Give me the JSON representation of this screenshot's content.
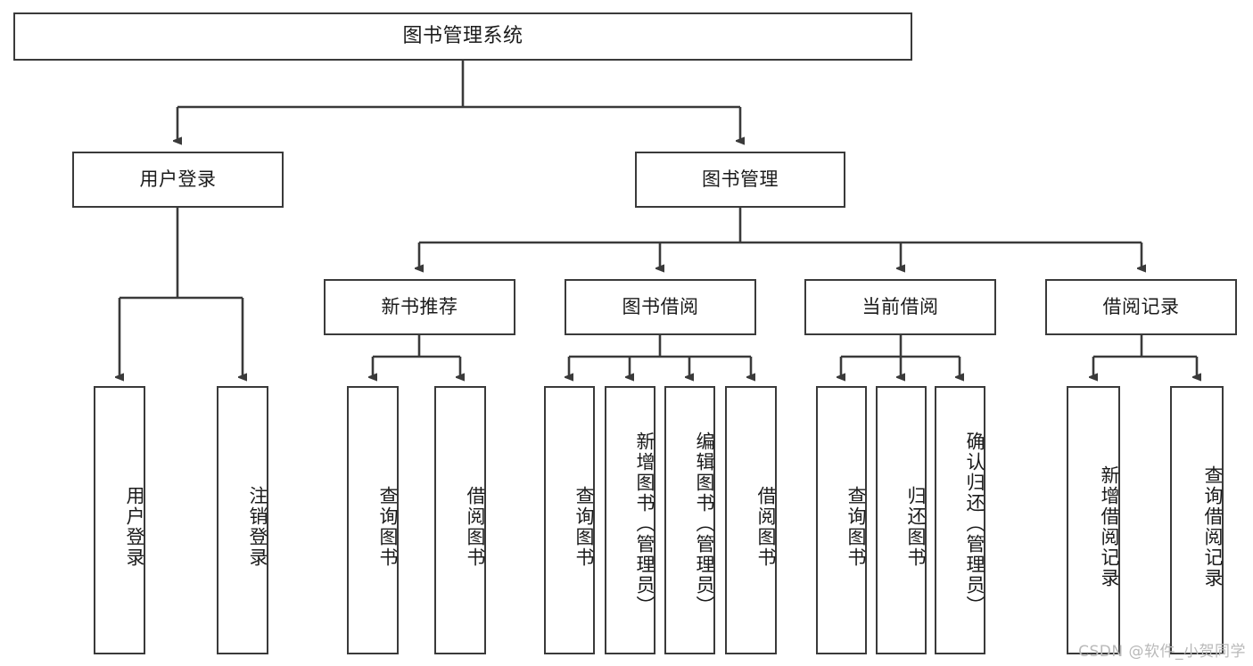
{
  "diagram": {
    "title": "图书管理系统",
    "watermark": "CSDN @软件_小贺同学",
    "colors": {
      "box_border": "#3a3a3a",
      "box_fill": "#ffffff",
      "line": "#3a3a3a",
      "text": "#1b1b1b",
      "watermark": "#b9b9b9",
      "background": "#ffffff"
    },
    "root": {
      "label": "图书管理系统"
    },
    "level2": [
      {
        "label": "用户登录"
      },
      {
        "label": "图书管理"
      }
    ],
    "level3": [
      {
        "label": "新书推荐"
      },
      {
        "label": "图书借阅"
      },
      {
        "label": "当前借阅"
      },
      {
        "label": "借阅记录"
      }
    ],
    "leaves": {
      "user_login": [
        {
          "label": "用户登录"
        },
        {
          "label": "注销登录"
        }
      ],
      "new_book_recommend": [
        {
          "label": "查询图书"
        },
        {
          "label": "借阅图书"
        }
      ],
      "book_borrow": [
        {
          "label": "查询图书"
        },
        {
          "label": "新增图书（管理员）"
        },
        {
          "label": "编辑图书（管理员）"
        },
        {
          "label": "借阅图书"
        }
      ],
      "current_borrow": [
        {
          "label": "查询图书"
        },
        {
          "label": "归还图书"
        },
        {
          "label": "确认归还（管理员）"
        }
      ],
      "borrow_record": [
        {
          "label": "新增借阅记录"
        },
        {
          "label": "查询借阅记录"
        }
      ]
    }
  }
}
